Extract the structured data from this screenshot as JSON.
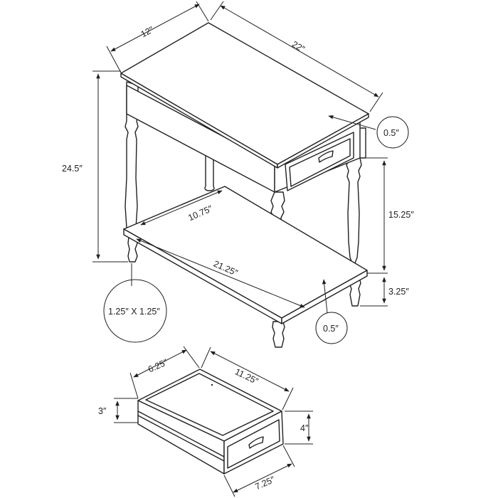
{
  "table": {
    "depth_top": "12″",
    "width_top": "22″",
    "height_total": "24.5″",
    "top_thickness": "0.5″",
    "shelf_depth": "10.75″",
    "shelf_width": "21.25″",
    "leg_height_upper": "15.25″",
    "leg_height_lower": "3.25″",
    "leg_size": "1.25″ X 1.25″",
    "shelf_thickness": "0.5″"
  },
  "drawer": {
    "depth": "6.25″",
    "width": "11.25″",
    "height_inner": "3″",
    "height_front": "4″",
    "front_width": "7.25″"
  }
}
